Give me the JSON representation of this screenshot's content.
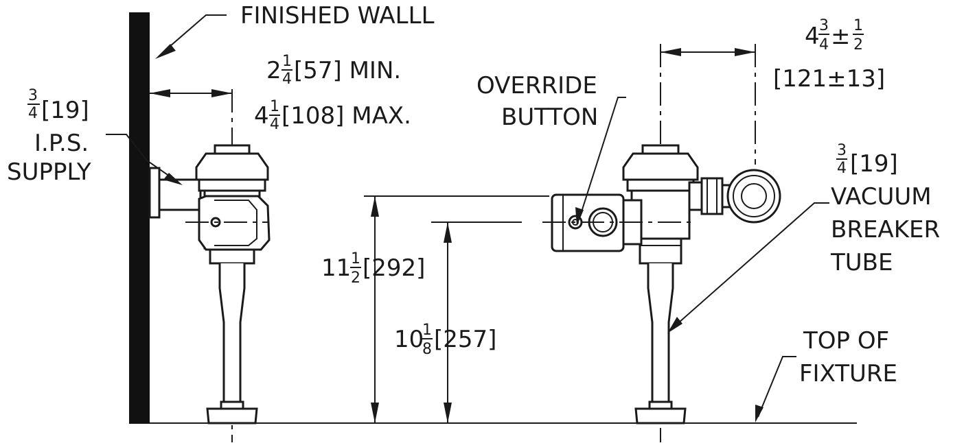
{
  "labels": {
    "finished_wall": "FINISHED WALLL",
    "supply_frac_num": "3",
    "supply_frac_den": "4",
    "supply_mm": "[19]",
    "supply_line2": "I.P.S.",
    "supply_line3": "SUPPLY",
    "min_whole": "2",
    "min_num": "1",
    "min_den": "4",
    "min_rest": "[57] MIN.",
    "max_whole": "4",
    "max_num": "1",
    "max_den": "4",
    "max_rest": "[108] MAX.",
    "override_line1": "OVERRIDE",
    "override_line2": "BUTTON",
    "offset_whole": "4",
    "offset_num": "3",
    "offset_den": "4",
    "offset_pm": "±",
    "offset_tol_num": "1",
    "offset_tol_den": "2",
    "offset_mm": "[121±13]",
    "vb_frac_num": "3",
    "vb_frac_den": "4",
    "vb_mm": "[19]",
    "vb_line2": "VACUUM",
    "vb_line3": "BREAKER",
    "vb_line4": "TUBE",
    "h1_whole": "11",
    "h1_num": "1",
    "h1_den": "2",
    "h1_mm": "[292]",
    "h2_whole": "10",
    "h2_num": "1",
    "h2_den": "8",
    "h2_mm": "[257]",
    "fixture_line1": "TOP OF",
    "fixture_line2": "FIXTURE"
  }
}
